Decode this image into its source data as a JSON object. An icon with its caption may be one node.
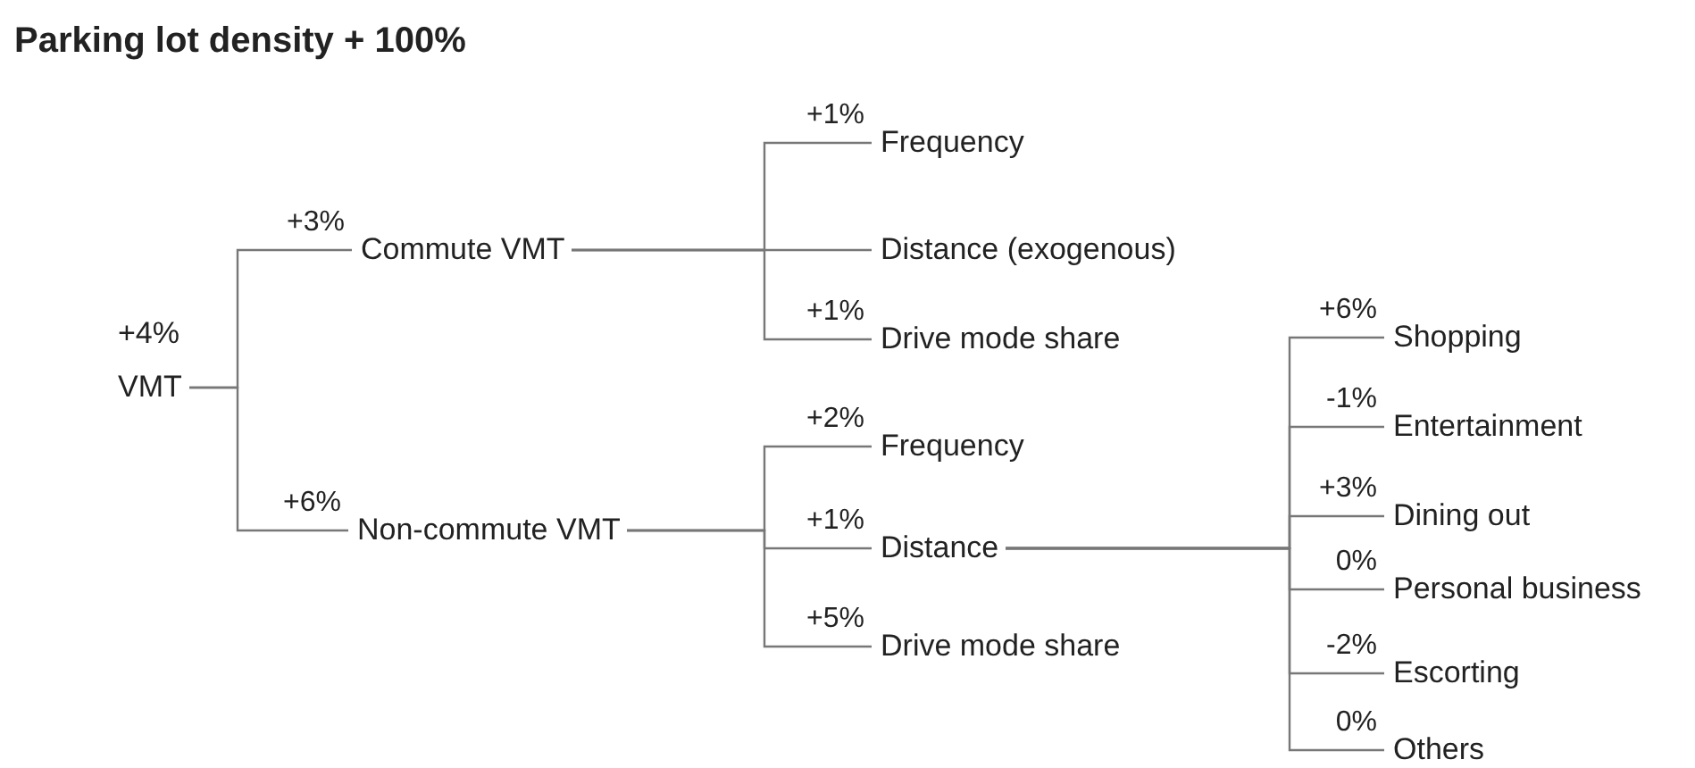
{
  "diagram": {
    "title": "Parking lot density + 100%",
    "nodes": [
      {
        "text": [
          "VMT"
        ],
        "beside": [
          "+4%"
        ]
      },
      {
        "text": [
          "Commute VMT"
        ]
      },
      {
        "text": [
          "Non-commute VMT"
        ]
      },
      {
        "text": [
          "Frequency"
        ]
      },
      {
        "text": [
          "Distance (exogenous)"
        ]
      },
      {
        "text": [
          "Drive mode share"
        ]
      },
      {
        "text": [
          "Frequency"
        ]
      },
      {
        "text": [
          "Distance"
        ]
      },
      {
        "text": [
          "Drive mode share"
        ]
      },
      {
        "text": [
          "Shopping"
        ]
      },
      {
        "text": [
          "Entertainment"
        ]
      },
      {
        "text": [
          "Dining out"
        ]
      },
      {
        "text": [
          "Personal business"
        ]
      },
      {
        "text": [
          "Escorting"
        ]
      },
      {
        "text": [
          "Others"
        ]
      }
    ],
    "edges": [
      {
        "from": 0,
        "to": 1,
        "arrow": "none",
        "label": "+3%"
      },
      {
        "from": 0,
        "to": 2,
        "arrow": "none",
        "label": "+6%"
      },
      {
        "from": 1,
        "to": 3,
        "arrow": "none",
        "label": "+1%"
      },
      {
        "from": 1,
        "to": 4,
        "arrow": "none"
      },
      {
        "from": 1,
        "to": 5,
        "arrow": "none",
        "label": "+1%"
      },
      {
        "from": 2,
        "to": 6,
        "arrow": "none",
        "label": "+2%"
      },
      {
        "from": 2,
        "to": 7,
        "arrow": "none",
        "label": "+1%"
      },
      {
        "from": 2,
        "to": 8,
        "arrow": "none",
        "label": "+5%"
      },
      {
        "from": 7,
        "to": 9,
        "arrow": "none",
        "label": "+6%"
      },
      {
        "from": 7,
        "to": 10,
        "arrow": "none",
        "label": "-1%"
      },
      {
        "from": 7,
        "to": 11,
        "arrow": "none",
        "label": "+3%"
      },
      {
        "from": 7,
        "to": 12,
        "arrow": "none",
        "label": "0%"
      },
      {
        "from": 7,
        "to": 13,
        "arrow": "none",
        "label": "-2%"
      },
      {
        "from": 7,
        "to": 14,
        "arrow": "none",
        "label": "0%"
      }
    ]
  }
}
